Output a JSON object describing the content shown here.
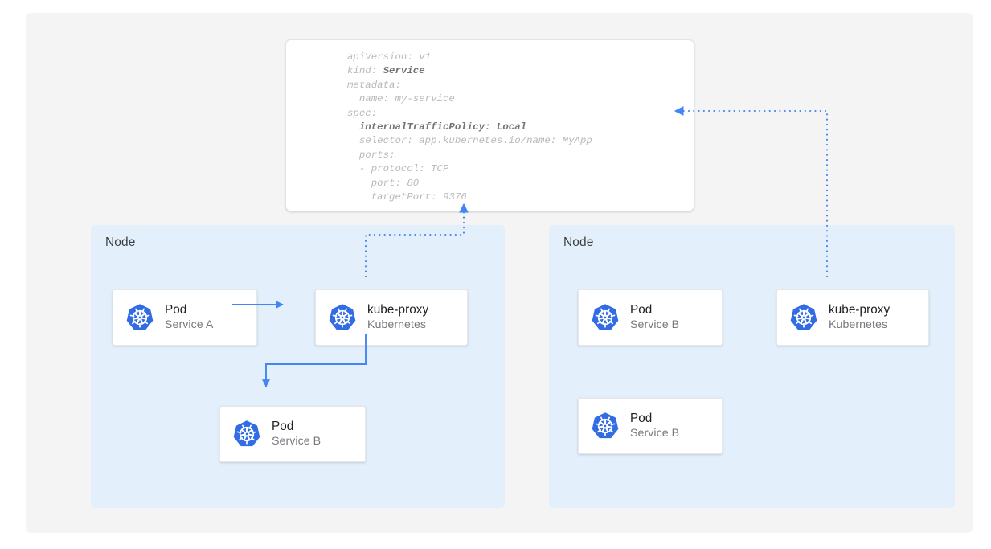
{
  "theme": {
    "canvas_background": "#f4f4f5",
    "node_background": "#e3effb",
    "card_background": "#ffffff",
    "accent_blue": "#4285f4",
    "k8s_logo_blue": "#326ce5",
    "title_text": "#202124",
    "subtitle_text": "#75797e",
    "yaml_muted": "#b7b9bc",
    "yaml_emphasis": "#6f7376"
  },
  "yaml_card": {
    "name": "service-manifest",
    "lines": [
      {
        "text": "apiVersion: v1",
        "bold": false
      },
      {
        "text": "kind: ",
        "bold": false,
        "emphasis": "Service"
      },
      {
        "text": "metadata:",
        "bold": false
      },
      {
        "text": "  name: my-service",
        "bold": false
      },
      {
        "text": "spec:",
        "bold": false
      },
      {
        "text": "  internalTrafficPolicy: Local",
        "bold": true
      },
      {
        "text": "  selector: app.kubernetes.io/name: MyApp",
        "bold": false
      },
      {
        "text": "  ports:",
        "bold": false
      },
      {
        "text": "  - protocol: TCP",
        "bold": false
      },
      {
        "text": "    port: 80",
        "bold": false
      },
      {
        "text": "    targetPort: 9376",
        "bold": false
      }
    ]
  },
  "nodes": [
    {
      "id": "node-left",
      "label": "Node",
      "cards": [
        {
          "id": "card-pod-a",
          "title": "Pod",
          "subtitle": "Service A",
          "icon": "kubernetes-icon"
        },
        {
          "id": "card-kubeproxy-l",
          "title": "kube-proxy",
          "subtitle": "Kubernetes",
          "icon": "kubernetes-icon"
        },
        {
          "id": "card-pod-b-left",
          "title": "Pod",
          "subtitle": "Service B",
          "icon": "kubernetes-icon"
        }
      ]
    },
    {
      "id": "node-right",
      "label": "Node",
      "cards": [
        {
          "id": "card-pod-b1",
          "title": "Pod",
          "subtitle": "Service B",
          "icon": "kubernetes-icon"
        },
        {
          "id": "card-kubeproxy-r",
          "title": "kube-proxy",
          "subtitle": "Kubernetes",
          "icon": "kubernetes-icon"
        },
        {
          "id": "card-pod-b2",
          "title": "Pod",
          "subtitle": "Service B",
          "icon": "kubernetes-icon"
        }
      ]
    }
  ],
  "connectors": [
    {
      "name": "pod-a-to-kube-proxy",
      "style": "solid",
      "arrow": "end"
    },
    {
      "name": "kube-proxy-to-pod-b-local",
      "style": "solid",
      "arrow": "end"
    },
    {
      "name": "kube-proxy-left-to-service",
      "style": "dotted",
      "arrow": "end"
    },
    {
      "name": "kube-proxy-right-to-service",
      "style": "dotted",
      "arrow": "end"
    }
  ]
}
